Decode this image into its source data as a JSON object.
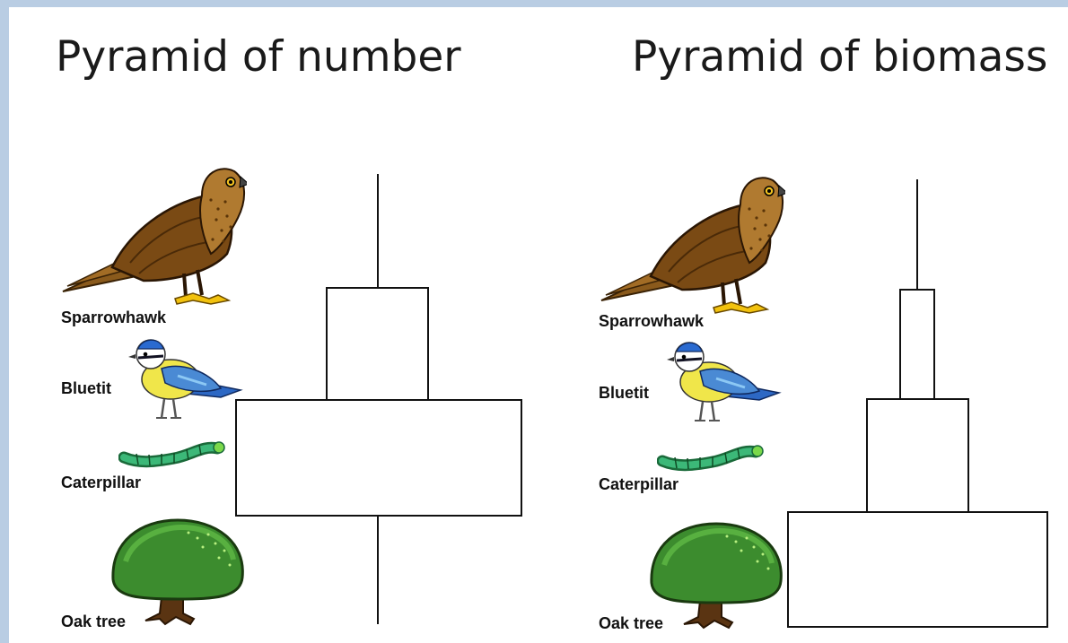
{
  "titles": {
    "left": "Pyramid of number",
    "right": "Pyramid of biomass"
  },
  "organisms": [
    {
      "label": "Sparrowhawk",
      "icon": "sparrowhawk-icon"
    },
    {
      "label": "Bluetit",
      "icon": "bluetit-icon"
    },
    {
      "label": "Caterpillar",
      "icon": "caterpillar-icon"
    },
    {
      "label": "Oak tree",
      "icon": "oak-tree-icon"
    }
  ]
}
